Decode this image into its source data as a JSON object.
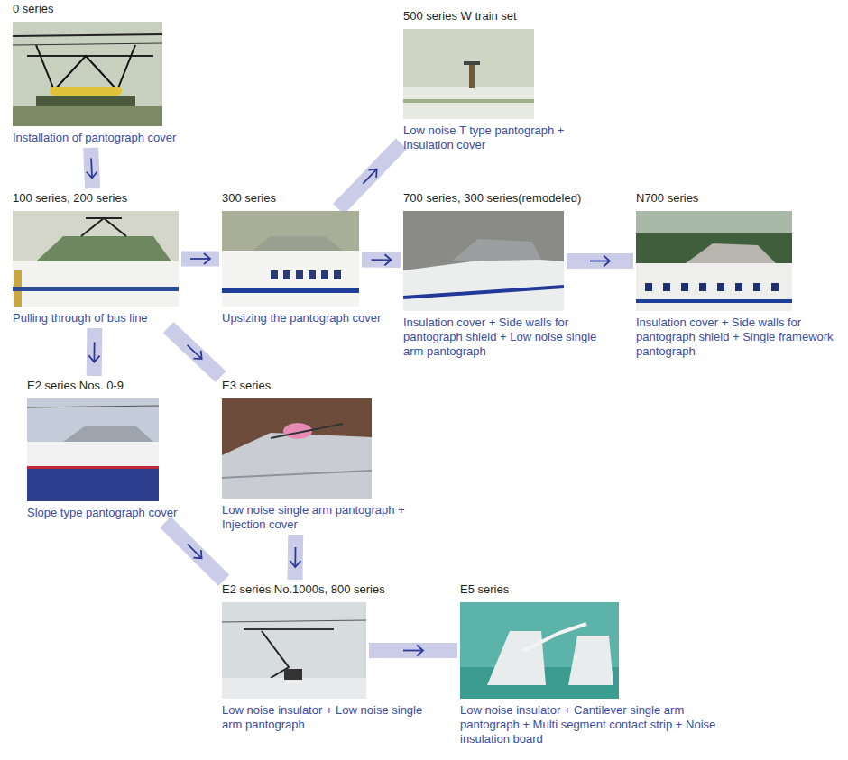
{
  "diagram": {
    "nodes": [
      {
        "text": [
          "0 series",
          "Installation of pantograph cover"
        ]
      },
      {
        "text": [
          "500 series W train set",
          "Low noise T type pantograph + Insulation cover"
        ]
      },
      {
        "text": [
          "100 series, 200 series",
          "Pulling through of bus line"
        ]
      },
      {
        "text": [
          "300 series",
          "Upsizing the pantograph cover"
        ]
      },
      {
        "text": [
          "700 series, 300 series(remodeled)",
          "Insulation cover + Side walls for pantograph shield + Low noise single arm pantograph"
        ]
      },
      {
        "text": [
          "N700 series",
          "Insulation cover + Side walls for pantograph shield + Single framework pantograph"
        ]
      },
      {
        "text": [
          "E2 series Nos. 0-9",
          "Slope type pantograph cover"
        ]
      },
      {
        "text": [
          "E3 series",
          "Low noise single arm pantograph + Injection cover"
        ]
      },
      {
        "text": [
          "E2 series No.1000s, 800 series",
          "Low noise insulator + Low noise single arm pantograph"
        ]
      },
      {
        "text": [
          "E5 series",
          "Low noise insulator + Cantilever single arm pantograph + Multi segment contact strip + Noise insulation board"
        ]
      }
    ],
    "edges": [
      {
        "from": 0,
        "to": 2,
        "arrow": "to"
      },
      {
        "from": 2,
        "to": 3,
        "arrow": "to"
      },
      {
        "from": 3,
        "to": 1,
        "arrow": "to"
      },
      {
        "from": 3,
        "to": 4,
        "arrow": "to"
      },
      {
        "from": 4,
        "to": 5,
        "arrow": "to"
      },
      {
        "from": 2,
        "to": 6,
        "arrow": "to"
      },
      {
        "from": 2,
        "to": 7,
        "arrow": "to"
      },
      {
        "from": 6,
        "to": 8,
        "arrow": "to"
      },
      {
        "from": 7,
        "to": 8,
        "arrow": "to"
      },
      {
        "from": 8,
        "to": 9,
        "arrow": "to"
      }
    ]
  }
}
